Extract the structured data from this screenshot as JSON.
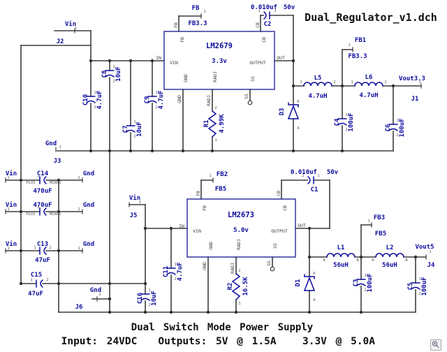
{
  "title": "Dual_Regulator_v1.dch",
  "caption": {
    "heading": "Dual Switch Mode Power Supply",
    "input": "Input: 24VDC",
    "outputs": "Outputs: 5V @ 1.5A",
    "outputs2": "3.3V @ 5.0A"
  },
  "nets": {
    "vin": "Vin",
    "gnd": "Gnd",
    "vout33": "Vout3.3",
    "vout5": "Vout5",
    "fb33": "FB3.3",
    "fb5": "FB5"
  },
  "connectors": {
    "j1": "J1",
    "j2": "J2",
    "j3": "J3",
    "j4": "J4",
    "j5": "J5",
    "j6": "J6",
    "fb": "FB",
    "fb1": "FB1",
    "fb2": "FB2",
    "fb3": "FB3"
  },
  "chips": {
    "u1": {
      "part": "LM2679",
      "vout": "3.3v"
    },
    "u2": {
      "part": "LM2673",
      "vout": "5.0v"
    }
  },
  "pins": {
    "p1": "1",
    "p2": "2",
    "a": "A",
    "b": "B",
    "k": "K",
    "plus": "PLUS",
    "minus": "MINUS",
    "plus_mark": "+",
    "in": "IN",
    "out": "OUT",
    "vin": "VIN",
    "output": "OUTPUT",
    "gnd": "GND",
    "radj": "RADJ",
    "ss": "SS",
    "fb": "FB",
    "cb": "CB"
  },
  "capacitors": {
    "c1": {
      "ref": "C1",
      "value": "0.010uf",
      "rating": "50v"
    },
    "c2": {
      "ref": "C2",
      "value": "0.010uf",
      "rating": "50v"
    },
    "c3": {
      "ref": "C3",
      "value": "100uF"
    },
    "c4": {
      "ref": "C4",
      "value": "100uF"
    },
    "c5": {
      "ref": "C5",
      "value": "100uF"
    },
    "c6": {
      "ref": "C6",
      "value": "100uF"
    },
    "c7": {
      "ref": "C7",
      "value": "10uF"
    },
    "c8": {
      "ref": "C8",
      "value": "10uF"
    },
    "c9": {
      "ref": "C9",
      "value": "4.7uF"
    },
    "c10": {
      "ref": "C10",
      "value": "4.7uF"
    },
    "c11": {
      "ref": "C11",
      "value": "4.7uF"
    },
    "c13": {
      "ref": "C13",
      "value": "47uF"
    },
    "c14": {
      "ref": "C14",
      "value": "470uF"
    },
    "c15": {
      "ref": "C15",
      "value": "47uF"
    },
    "c16": {
      "ref": "C16",
      "value": "10uF"
    },
    "c_input2": {
      "value": "470uF"
    }
  },
  "inductors": {
    "l1": {
      "ref": "L1",
      "value": "56uH"
    },
    "l2": {
      "ref": "L2",
      "value": "56uH"
    },
    "l5": {
      "ref": "L5",
      "value": "4.7uH"
    },
    "l6": {
      "ref": "L6",
      "value": "4.7uH"
    }
  },
  "resistors": {
    "r1": {
      "ref": "R1",
      "value": "4.99K"
    },
    "r2": {
      "ref": "R2",
      "value": "16.5K"
    }
  },
  "diodes": {
    "d1": {
      "ref": "D1"
    },
    "d3": {
      "ref": "D3"
    }
  }
}
